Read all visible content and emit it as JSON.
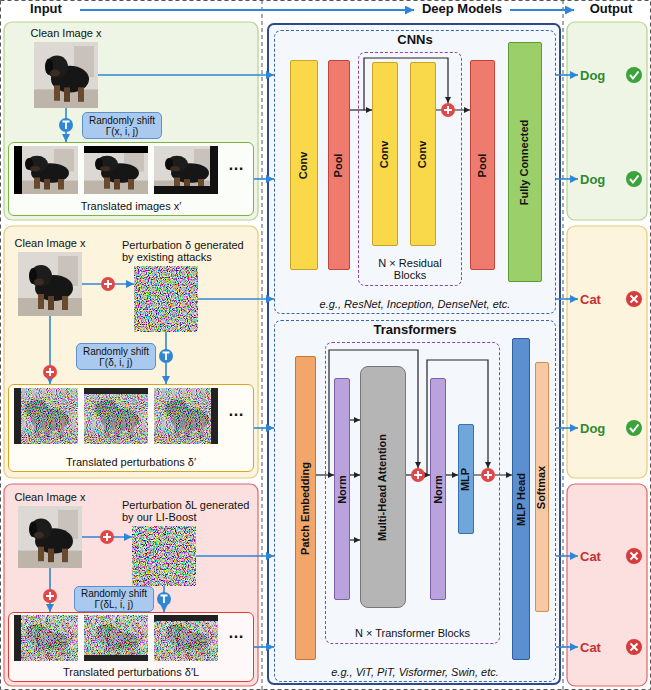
{
  "diagram": {
    "nodes": [
      {
        "text": [
          "Clean Image x"
        ]
      },
      {
        "text": [
          "Randomly shift Γ(x, i, j)"
        ]
      },
      {
        "text": [
          "Translated images x′"
        ]
      },
      {
        "text": [
          "Clean Image x"
        ]
      },
      {
        "text": [
          "Perturbation δ generated by existing attacks"
        ]
      },
      {
        "text": [
          "Randomly shift Γ(δ, i, j)"
        ]
      },
      {
        "text": [
          "Translated perturbations δ′"
        ]
      },
      {
        "text": [
          "Clean Image x"
        ]
      },
      {
        "text": [
          "Perturbation δL generated by our LI-Boost"
        ]
      },
      {
        "text": [
          "Randomly shift Γ(δL, i, j)"
        ]
      },
      {
        "text": [
          "Translated perturbations δ′L"
        ]
      },
      {
        "text": [
          "CNNs",
          "e.g., ResNet, Inception, DenseNet, etc."
        ]
      },
      {
        "text": [
          "Conv"
        ],
        "in": 11
      },
      {
        "text": [
          "Pool"
        ],
        "in": 11
      },
      {
        "text": [
          "N × Residual Blocks"
        ],
        "in": 11
      },
      {
        "text": [
          "Conv"
        ],
        "in": 14
      },
      {
        "text": [
          "Conv"
        ],
        "in": 14
      },
      {
        "text": [
          "Pool"
        ],
        "in": 11
      },
      {
        "text": [
          "Fully Connected"
        ],
        "in": 11
      },
      {
        "text": [
          "Transformers",
          "e.g., ViT, PiT, Visformer, Swin, etc."
        ]
      },
      {
        "text": [
          "Patch Embedding"
        ],
        "in": 19
      },
      {
        "text": [
          "N × Transformer Blocks"
        ],
        "in": 19
      },
      {
        "text": [
          "Norm"
        ],
        "in": 21
      },
      {
        "text": [
          "Multi-Head Attention"
        ],
        "in": 21
      },
      {
        "text": [
          "Norm"
        ],
        "in": 21
      },
      {
        "text": [
          "MLP"
        ],
        "in": 21
      },
      {
        "text": [
          "MLP Head"
        ],
        "in": 19
      },
      {
        "text": [
          "Softmax"
        ],
        "in": 19
      },
      {
        "text": [
          "Dog"
        ]
      },
      {
        "text": [
          "Dog"
        ]
      },
      {
        "text": [
          "Cat"
        ]
      },
      {
        "text": [
          "Dog"
        ]
      },
      {
        "text": [
          "Cat"
        ]
      },
      {
        "text": [
          "Cat"
        ]
      }
    ],
    "edges": [
      {
        "from": 0,
        "to": 2,
        "arrow": "to"
      },
      {
        "from": 0,
        "to": 11,
        "arrow": "to"
      },
      {
        "from": 2,
        "to": 11,
        "arrow": "to"
      },
      {
        "from": 3,
        "to": 4,
        "arrow": "to"
      },
      {
        "from": 4,
        "to": 11,
        "arrow": "to"
      },
      {
        "from": 4,
        "to": 6,
        "arrow": "to"
      },
      {
        "from": 3,
        "to": 6,
        "arrow": "to"
      },
      {
        "from": 6,
        "to": 19,
        "arrow": "to"
      },
      {
        "from": 7,
        "to": 8,
        "arrow": "to"
      },
      {
        "from": 8,
        "to": 19,
        "arrow": "to"
      },
      {
        "from": 8,
        "to": 10,
        "arrow": "to"
      },
      {
        "from": 7,
        "to": 10,
        "arrow": "to"
      },
      {
        "from": 10,
        "to": 19,
        "arrow": "to"
      },
      {
        "from": 13,
        "to": 15,
        "arrow": "to"
      },
      {
        "from": 16,
        "to": 17,
        "arrow": "to"
      },
      {
        "from": 20,
        "to": 22,
        "arrow": "to"
      },
      {
        "from": 22,
        "to": 23,
        "arrow": "to"
      },
      {
        "from": 22,
        "to": 23,
        "arrow": "to"
      },
      {
        "from": 22,
        "to": 23,
        "arrow": "to"
      },
      {
        "from": 23,
        "to": 24,
        "arrow": "to"
      },
      {
        "from": 24,
        "to": 25,
        "arrow": "to"
      },
      {
        "from": 25,
        "to": 26,
        "arrow": "to"
      },
      {
        "from": 11,
        "to": 28,
        "arrow": "to"
      },
      {
        "from": 11,
        "to": 29,
        "arrow": "to"
      },
      {
        "from": 11,
        "to": 30,
        "arrow": "to"
      },
      {
        "from": 19,
        "to": 31,
        "arrow": "to"
      },
      {
        "from": 19,
        "to": 32,
        "arrow": "to"
      },
      {
        "from": 19,
        "to": 33,
        "arrow": "to"
      }
    ],
    "labels": [
      "Input",
      "Deep Models",
      "Output",
      "…",
      "…",
      "…"
    ]
  }
}
